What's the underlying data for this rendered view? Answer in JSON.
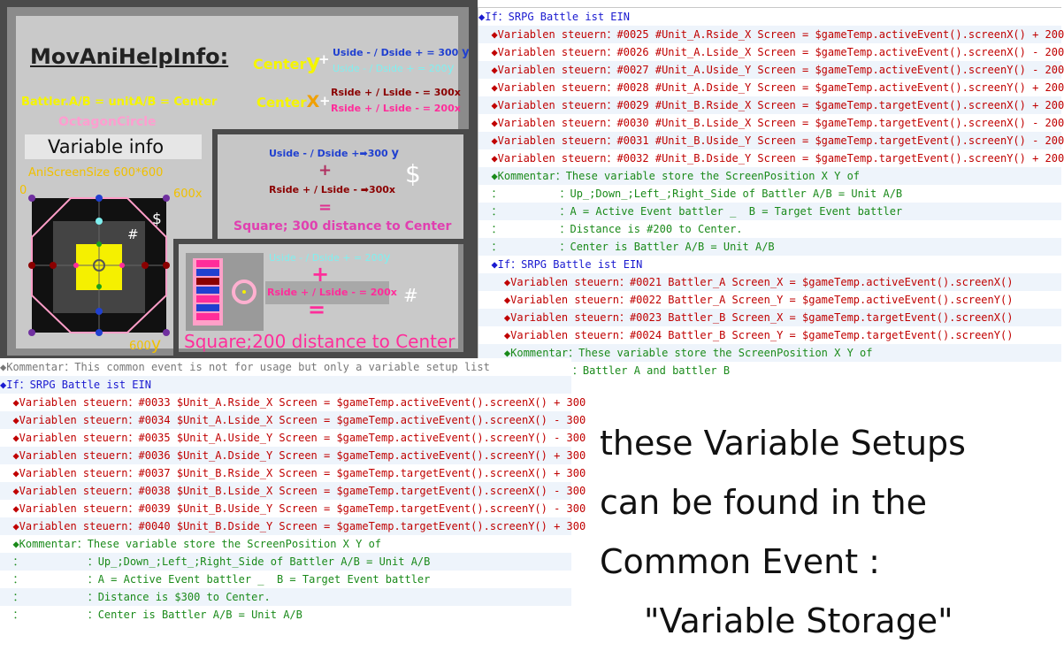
{
  "info": {
    "title": "MovAniHelpInfo:",
    "center_y_label": "Center",
    "center_y_letter": "y",
    "center_x_label": "Center",
    "center_x_letter": "X",
    "plus": "+",
    "equals": "=",
    "y300": "Uside - / Dside + = 300",
    "y200": "Uside - / Dside + = 200",
    "x300": "Rside + / Lside - = 300x",
    "x200": "Rside + / Lside - = 200x",
    "y_sub": "y",
    "battler": "Battler.A/B = unitA/B = Center",
    "octagon": "OctagonCircle",
    "variable_info": "Variable info",
    "ani_size": "AniScreenSize 600*600",
    "zero": "0",
    "six_x": "600x",
    "six_y": "600",
    "dollar": "$",
    "hash": "#",
    "panel1_y": "Uside - / Dside +",
    "panel1_y_val": "300",
    "panel1_x": "Rside + / Lside -",
    "panel1_x_val": "300x",
    "panel1_square": "Square; 300 distance to Center",
    "panel2_y": "Uside - / Dside + = 200",
    "panel2_x": "Rside + / Lside - = 200x",
    "panel2_square": "Square;200 distance to Center",
    "colors": {
      "yellow": "#f5f500",
      "orange": "#f0a000",
      "pink": "#ff2d9a",
      "blue": "#2040d0",
      "maroon": "#8b0000",
      "white": "#ffffff"
    }
  },
  "code_top": [
    {
      "cls": "blue",
      "text": "◆If：SRPG Battle ist EIN"
    },
    {
      "cls": "",
      "text": "  ◆Variablen steuern：#0025 #Unit_A.Rside_X Screen = $gameTemp.activeEvent().screenX() + 200"
    },
    {
      "cls": "",
      "text": "  ◆Variablen steuern：#0026 #Unit_A.Lside_X Screen = $gameTemp.activeEvent().screenX() - 200"
    },
    {
      "cls": "",
      "text": "  ◆Variablen steuern：#0027 #Unit_A.Uside_Y Screen = $gameTemp.activeEvent().screenY() - 200"
    },
    {
      "cls": "",
      "text": "  ◆Variablen steuern：#0028 #Unit_A.Dside_Y Screen = $gameTemp.activeEvent().screenY() + 200"
    },
    {
      "cls": "",
      "text": "  ◆Variablen steuern：#0029 #Unit_B.Rside_X Screen = $gameTemp.targetEvent().screenX() + 200"
    },
    {
      "cls": "",
      "text": "  ◆Variablen steuern：#0030 #Unit_B.Lside_X Screen = $gameTemp.targetEvent().screenX() - 200"
    },
    {
      "cls": "",
      "text": "  ◆Variablen steuern：#0031 #Unit_B.Uside_Y Screen = $gameTemp.targetEvent().screenY() - 200"
    },
    {
      "cls": "",
      "text": "  ◆Variablen steuern：#0032 #Unit_B.Dside_Y Screen = $gameTemp.targetEvent().screenY() + 200"
    },
    {
      "cls": "green",
      "text": "  ◆Kommentar：These variable store the ScreenPosition X Y of"
    },
    {
      "cls": "green",
      "text": "  ：         ：Up_;Down_;Left_;Right_Side of Battler A/B = Unit A/B"
    },
    {
      "cls": "green",
      "text": "  ：         ：A = Active Event battler _  B = Target Event battler"
    },
    {
      "cls": "green",
      "text": "  ：         ：Distance is #200 to Center."
    },
    {
      "cls": "green",
      "text": "  ：         ：Center is Battler A/B = Unit A/B"
    },
    {
      "cls": "blue",
      "text": "  ◆If：SRPG Battle ist EIN"
    },
    {
      "cls": "",
      "text": "    ◆Variablen steuern：#0021 Battler_A Screen_X = $gameTemp.activeEvent().screenX()"
    },
    {
      "cls": "",
      "text": "    ◆Variablen steuern：#0022 Battler_A Screen_Y = $gameTemp.activeEvent().screenY()"
    },
    {
      "cls": "",
      "text": "    ◆Variablen steuern：#0023 Battler_B Screen_X = $gameTemp.targetEvent().screenX()"
    },
    {
      "cls": "",
      "text": "    ◆Variablen steuern：#0024 Battler_B Screen_Y = $gameTemp.targetEvent().screenY()"
    },
    {
      "cls": "green",
      "text": "    ◆Kommentar：These variable store the ScreenPosition X Y of"
    },
    {
      "cls": "green",
      "text": "    ：         ：Battler A and battler B"
    }
  ],
  "code_bottom": [
    {
      "cls": "dim",
      "text": "◆Kommentar：This common event is not for usage but only a variable setup list"
    },
    {
      "cls": "blue",
      "text": "◆If：SRPG Battle ist EIN"
    },
    {
      "cls": "",
      "text": "  ◆Variablen steuern：#0033 $Unit_A.Rside_X Screen = $gameTemp.activeEvent().screenX() + 300"
    },
    {
      "cls": "",
      "text": "  ◆Variablen steuern：#0034 $Unit_A.Lside_X Screen = $gameTemp.activeEvent().screenX() - 300"
    },
    {
      "cls": "",
      "text": "  ◆Variablen steuern：#0035 $Unit_A.Uside_Y Screen = $gameTemp.activeEvent().screenY() - 300"
    },
    {
      "cls": "",
      "text": "  ◆Variablen steuern：#0036 $Unit_A.Dside_Y Screen = $gameTemp.activeEvent().screenY() + 300"
    },
    {
      "cls": "",
      "text": "  ◆Variablen steuern：#0037 $Unit_B.Rside_X Screen = $gameTemp.targetEvent().screenX() + 300"
    },
    {
      "cls": "",
      "text": "  ◆Variablen steuern：#0038 $Unit_B.Lside_X Screen = $gameTemp.targetEvent().screenX() - 300"
    },
    {
      "cls": "",
      "text": "  ◆Variablen steuern：#0039 $Unit_B.Uside_Y Screen = $gameTemp.targetEvent().screenY() - 300"
    },
    {
      "cls": "",
      "text": "  ◆Variablen steuern：#0040 $Unit_B.Dside_Y Screen = $gameTemp.targetEvent().screenY() + 300"
    },
    {
      "cls": "green",
      "text": "  ◆Kommentar：These variable store the ScreenPosition X Y of"
    },
    {
      "cls": "green",
      "text": "  ：          ：Up_;Down_;Left_;Right_Side of Battler A/B = Unit A/B"
    },
    {
      "cls": "green",
      "text": "  ：          ：A = Active Event battler _  B = Target Event battler"
    },
    {
      "cls": "green",
      "text": "  ：          ：Distance is $300 to Center."
    },
    {
      "cls": "green",
      "text": "  ：          ：Center is Battler A/B = Unit A/B"
    }
  ],
  "note": {
    "line1": "these Variable Setups",
    "line2": "can be found in the",
    "line3": "Common Event :",
    "line4": "\"Variable Storage\""
  }
}
